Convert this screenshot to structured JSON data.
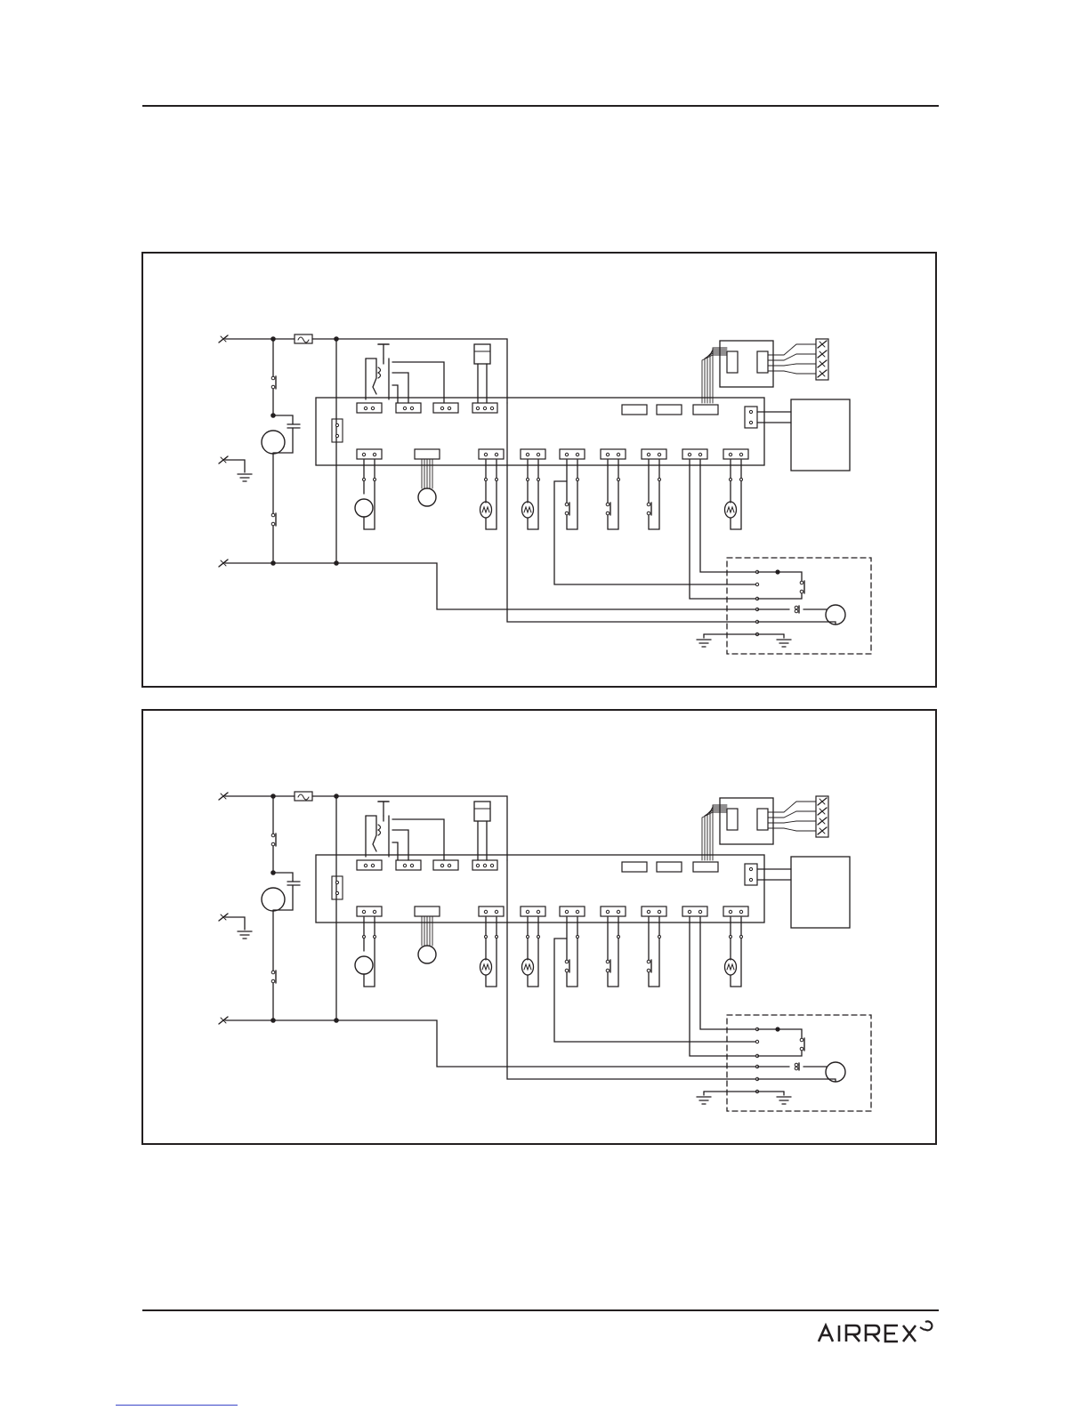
{
  "document": {
    "brand": "AIRREX",
    "colors": {
      "ink": "#231f20",
      "link": "#3b45c9",
      "paper": "#ffffff"
    }
  },
  "diagrams": [
    {
      "name": "wiring-diagram-1",
      "labels": []
    },
    {
      "name": "wiring-diagram-2",
      "labels": []
    }
  ]
}
